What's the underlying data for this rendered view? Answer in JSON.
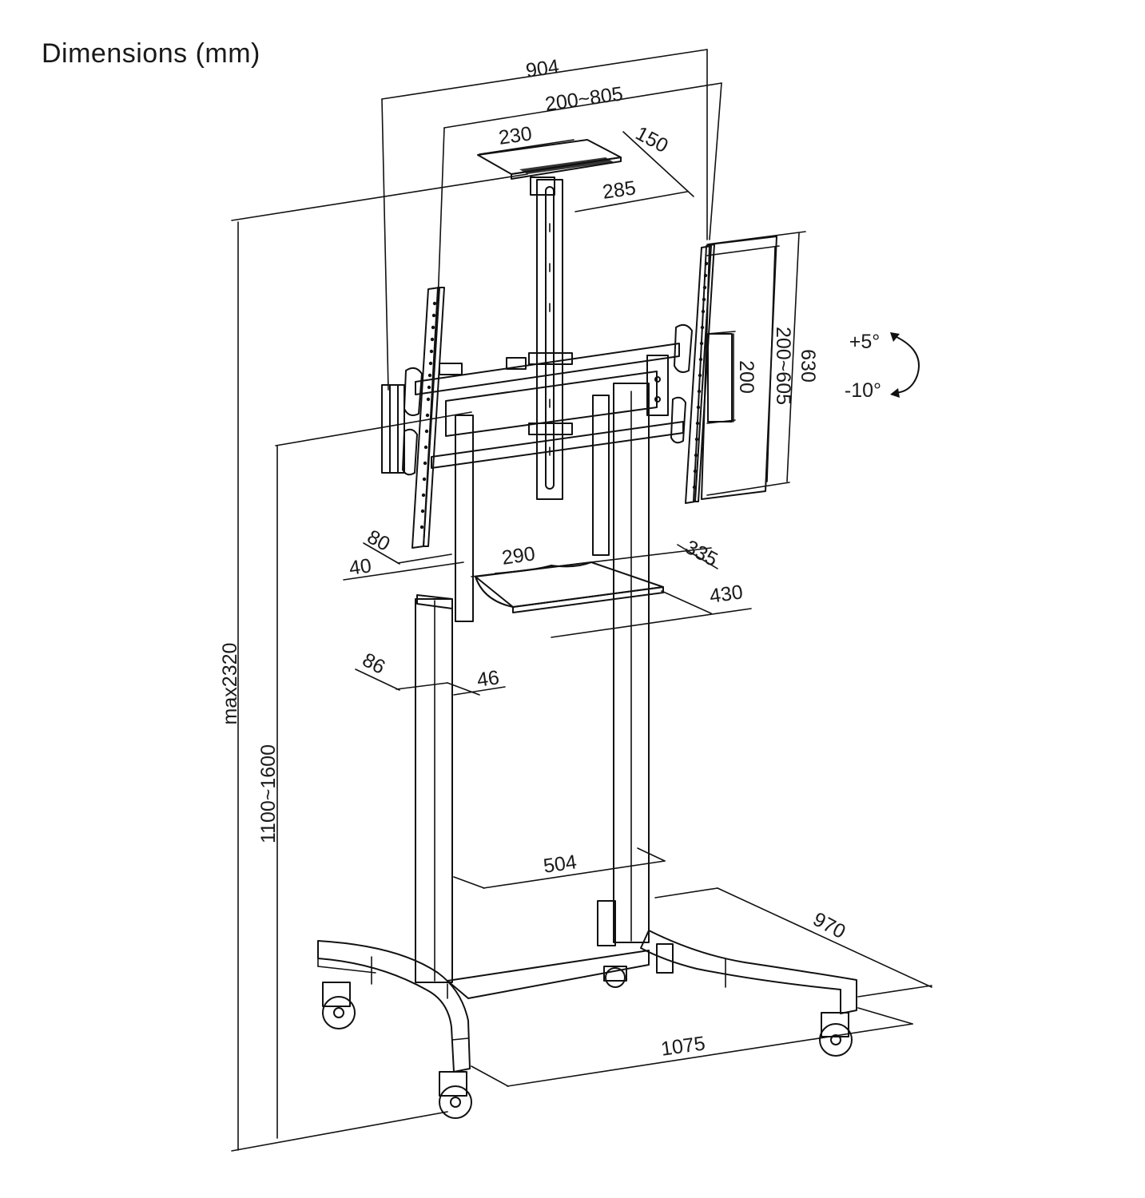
{
  "title": "Dimensions (mm)",
  "dimensions": {
    "overall_width": "904",
    "vesa_width": "200~805",
    "top_plate_depth": "230",
    "top_plate_width_short": "150",
    "top_plate_width": "285",
    "overall_height": "max2320",
    "screen_center_height": "1100~1600",
    "panel_height": "630",
    "vesa_height": "200~605",
    "bracket_small": "200",
    "tilt_up": "+5°",
    "tilt_down": "-10°",
    "column_offset_a": "80",
    "column_offset_b": "40",
    "shelf_depth": "290",
    "shelf_width_back": "335",
    "shelf_width": "430",
    "pole_depth": "86",
    "pole_width": "46",
    "upright_spacing": "504",
    "base_depth": "970",
    "base_width": "1075"
  }
}
